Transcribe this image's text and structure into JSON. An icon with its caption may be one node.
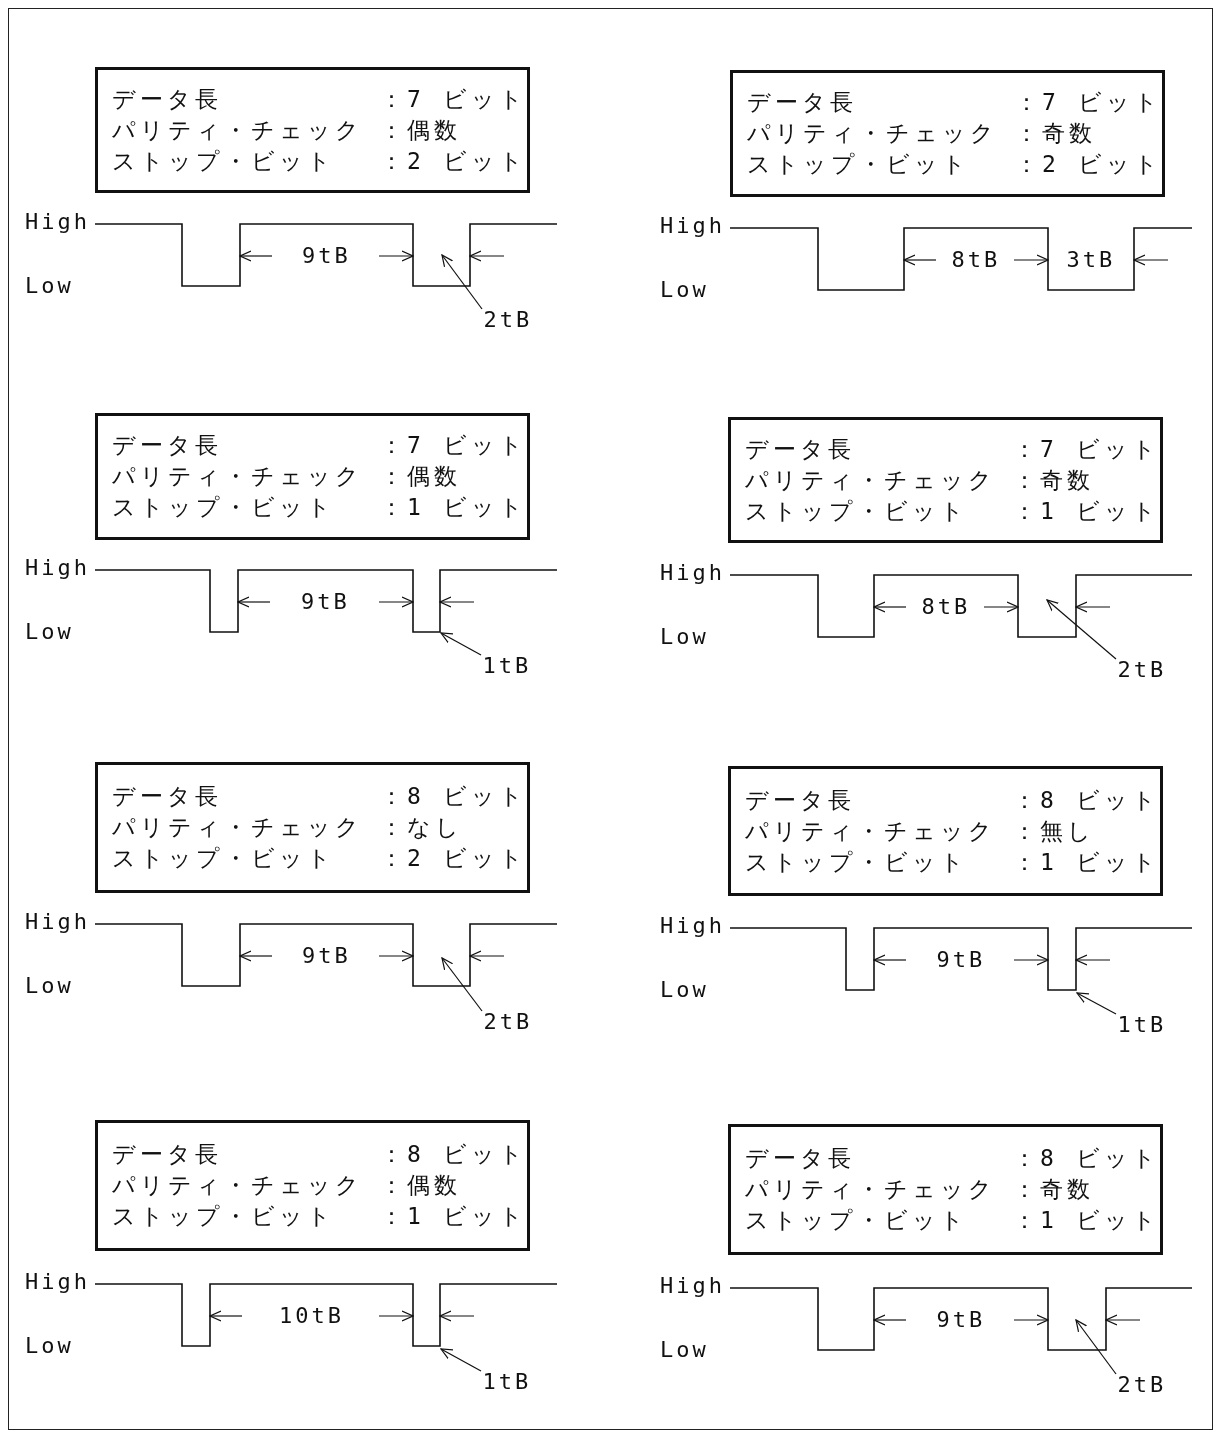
{
  "diagram": {
    "nodes": [
      {
        "text": [
          "データ長",
          "：7 ビット",
          "パリティ・チェック",
          "：偶数",
          "ストップ・ビット",
          "：2 ビット"
        ]
      },
      {
        "text": [],
        "shape": "line"
      },
      {
        "text": [
          "2tB"
        ]
      },
      {
        "text": [
          "データ長",
          "：7 ビット",
          "パリティ・チェック",
          "：奇数",
          "ストップ・ビット",
          "：2 ビット"
        ]
      },
      {
        "text": [],
        "shape": "line"
      },
      {
        "text": [
          "データ長",
          "：7 ビット",
          "パリティ・チェック",
          "：偶数",
          "ストップ・ビット",
          "：1 ビット"
        ]
      },
      {
        "text": [],
        "shape": "line"
      },
      {
        "text": [
          "1tB"
        ]
      },
      {
        "text": [
          "データ長",
          "：7 ビット",
          "パリティ・チェック",
          "：奇数",
          "ストップ・ビット",
          "：1 ビット"
        ]
      },
      {
        "text": [],
        "shape": "line"
      },
      {
        "text": [
          "2tB"
        ]
      },
      {
        "text": [
          "データ長",
          "：8 ビット",
          "パリティ・チェック",
          "：なし",
          "ストップ・ビット",
          "：2 ビット"
        ]
      },
      {
        "text": [],
        "shape": "line"
      },
      {
        "text": [
          "2tB"
        ]
      },
      {
        "text": [
          "データ長",
          "：8 ビット",
          "パリティ・チェック",
          "：無し",
          "ストップ・ビット",
          "：1 ビット"
        ]
      },
      {
        "text": [],
        "shape": "line"
      },
      {
        "text": [
          "1tB"
        ]
      },
      {
        "text": [
          "データ長",
          "：8 ビット",
          "パリティ・チェック",
          "：偶数",
          "ストップ・ビット",
          "：1 ビット"
        ]
      },
      {
        "text": [],
        "shape": "line"
      },
      {
        "text": [
          "1tB"
        ]
      },
      {
        "text": [
          "データ長",
          "：8 ビット",
          "パリティ・チェック",
          "：奇数",
          "ストップ・ビット",
          "：1 ビット"
        ]
      },
      {
        "text": [],
        "shape": "line"
      },
      {
        "text": [
          "2tB"
        ]
      }
    ],
    "edges": [
      {
        "from": 2,
        "to": 1,
        "arrow": "to"
      },
      {
        "from": 7,
        "to": 6,
        "arrow": "to"
      },
      {
        "from": 10,
        "to": 9,
        "arrow": "to"
      },
      {
        "from": 13,
        "to": 12,
        "arrow": "to"
      },
      {
        "from": 16,
        "to": 15,
        "arrow": "to"
      },
      {
        "from": 19,
        "to": 18,
        "arrow": "to"
      },
      {
        "from": 22,
        "to": 21,
        "arrow": "to"
      }
    ],
    "labels": [
      "High",
      "Low",
      "9tB",
      "High",
      "Low",
      "8tB",
      "3tB",
      "High",
      "Low",
      "9tB",
      "High",
      "Low",
      "8tB",
      "High",
      "Low",
      "9tB",
      "High",
      "Low",
      "9tB",
      "High",
      "Low",
      "10tB",
      "High",
      "Low",
      "9tB"
    ]
  }
}
